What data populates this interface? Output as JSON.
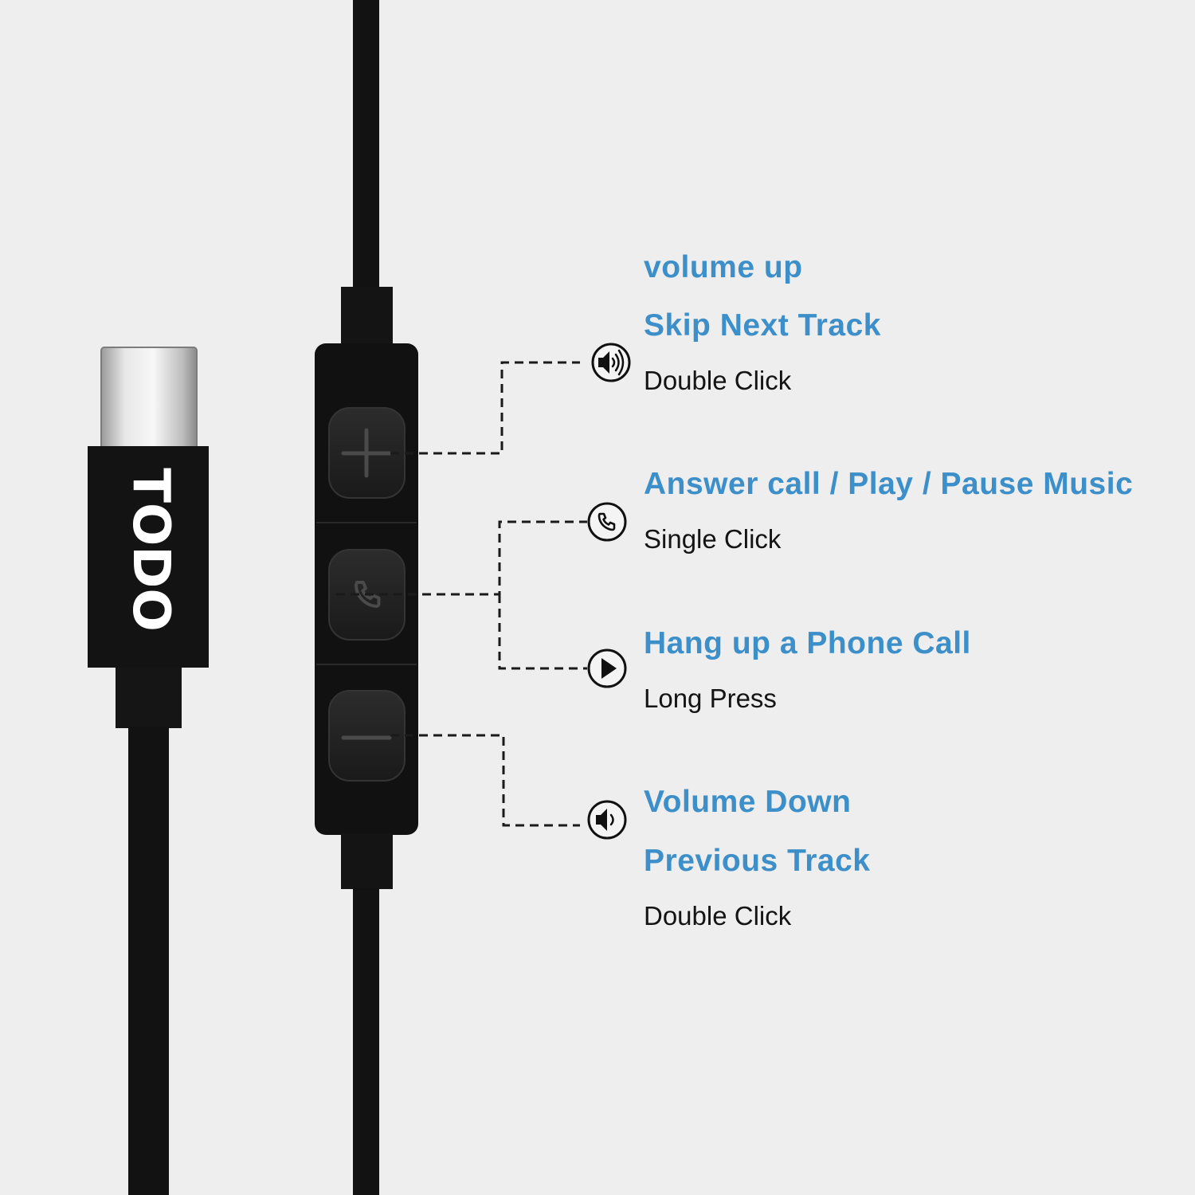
{
  "brand": {
    "logo_text": "TODO"
  },
  "colors": {
    "background": "#eeeeee",
    "feature_text": "#3d8fc9",
    "action_text": "#141414",
    "hardware": "#121212"
  },
  "controls": [
    {
      "icon": "speaker-loud-icon",
      "lines": [
        "volume up",
        "Skip Next Track"
      ],
      "action": "Double Click"
    },
    {
      "icon": "phone-icon",
      "lines": [
        "Answer call / Play / Pause Music"
      ],
      "action": "Single Click"
    },
    {
      "icon": "play-icon",
      "lines": [
        "Hang up a Phone Call"
      ],
      "action": "Long Press"
    },
    {
      "icon": "speaker-soft-icon",
      "lines": [
        "Volume Down",
        "Previous Track"
      ],
      "action": "Double Click"
    }
  ]
}
